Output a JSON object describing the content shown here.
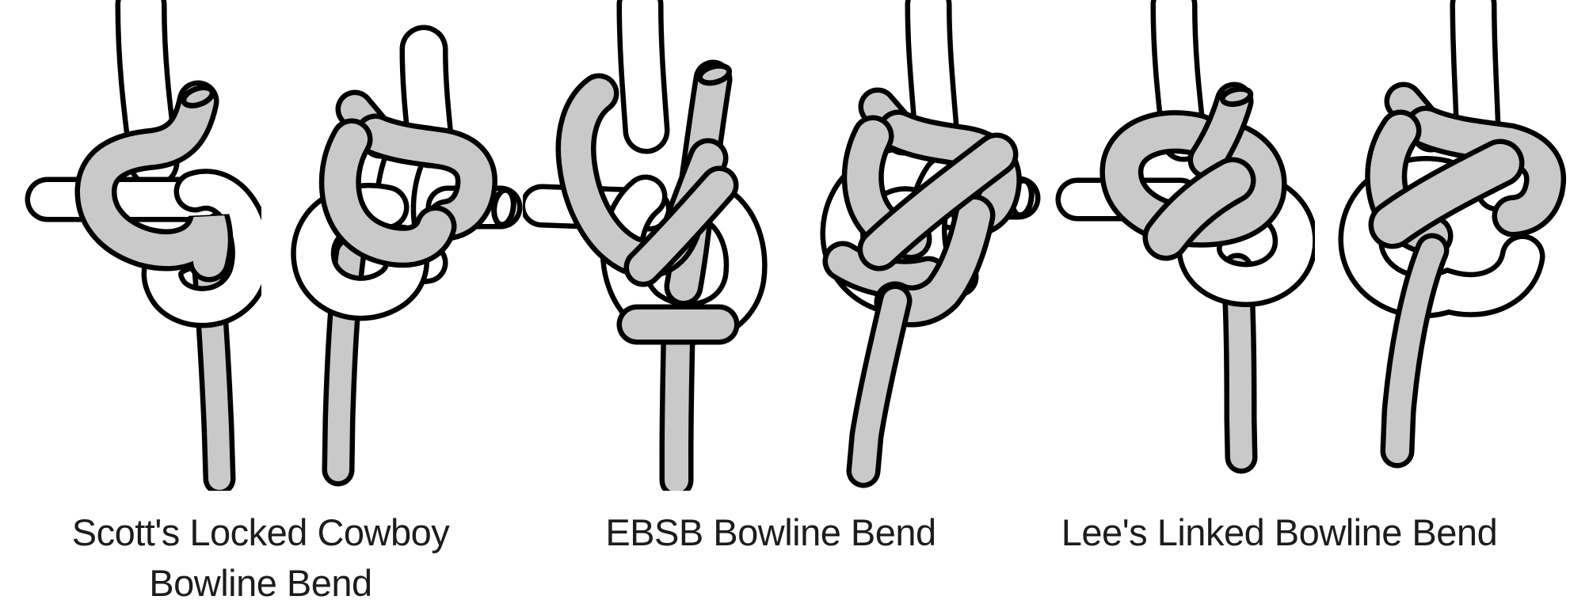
{
  "figure": {
    "type": "knot-tying-diagram",
    "background_color": "#ffffff",
    "rope_colors": {
      "gray_rope": "#c9c9c9",
      "white_rope": "#ffffff",
      "outline": "#000000"
    },
    "text_color": "#1c1c1c",
    "labels": [
      {
        "id": "scotts",
        "text": "Scott's Locked Cowboy\nBowline Bend"
      },
      {
        "id": "ebsb",
        "text": "EBSB Bowline Bend"
      },
      {
        "id": "lees",
        "text": "Lee's Linked Bowline Bend"
      }
    ],
    "knots": [
      {
        "name": "scotts-locked-cowboy-bowline-bend-front-view"
      },
      {
        "name": "scotts-locked-cowboy-bowline-bend-back-view"
      },
      {
        "name": "ebsb-bowline-bend-front-view"
      },
      {
        "name": "ebsb-bowline-bend-back-view"
      },
      {
        "name": "lees-linked-bowline-bend-front-view"
      },
      {
        "name": "lees-linked-bowline-bend-back-view"
      }
    ]
  }
}
